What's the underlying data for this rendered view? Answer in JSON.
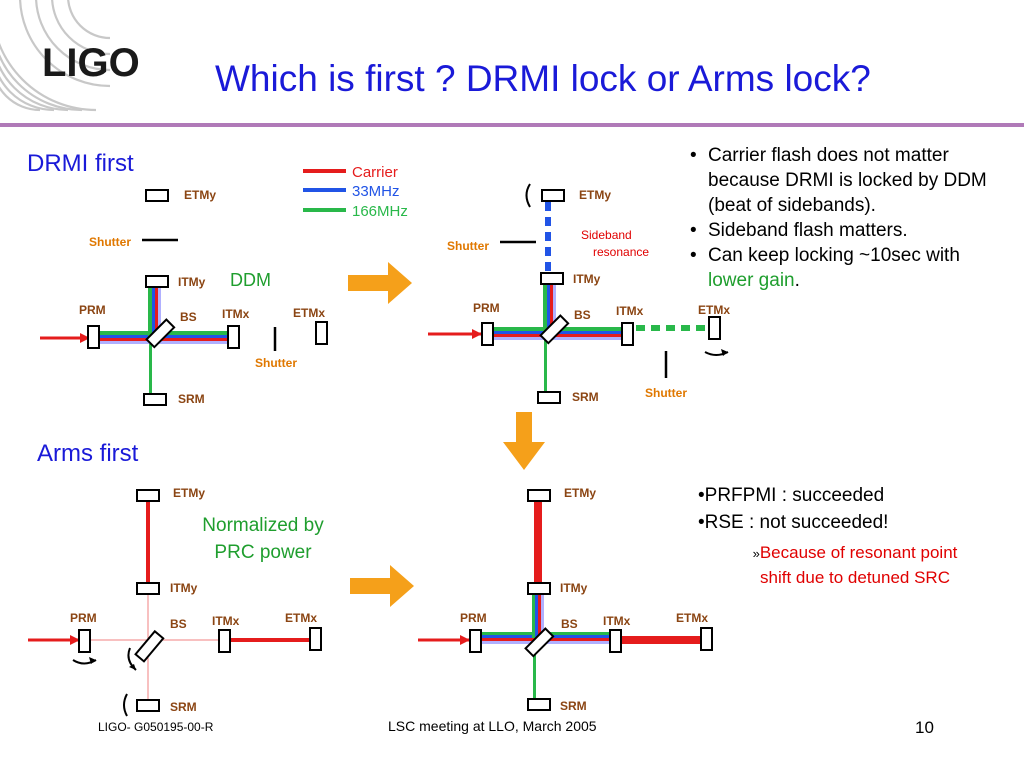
{
  "slide": {
    "logo": "LIGO",
    "title": "Which is first ? DRMI lock or Arms lock?",
    "section_drmi": "DRMI first",
    "section_arms": "Arms first",
    "legend": [
      {
        "label": "Carrier",
        "color": "#e51c1c"
      },
      {
        "label": "33MHz",
        "color": "#2154e6"
      },
      {
        "label": "166MHz",
        "color": "#29b84a"
      }
    ],
    "labels": {
      "etmy": "ETMy",
      "itmy": "ITMy",
      "itmx": "ITMx",
      "etmx": "ETMx",
      "prm": "PRM",
      "bs": "BS",
      "srm": "SRM",
      "shutter": "Shutter",
      "ddm": "DDM",
      "sideband_line1": "Sideband",
      "sideband_line2": "resonance"
    },
    "bullets_top": {
      "b1": "Carrier flash does not matter because DRMI is locked by DDM (beat of sidebands).",
      "b2": "Sideband flash matters.",
      "b3_prefix": "Can keep locking ~10sec with ",
      "b3_green": "lower gain",
      "b3_suffix": "."
    },
    "bullets_bottom": {
      "b1": "PRFPMI : succeeded",
      "b2": "RSE : not succeeded!",
      "sub_marker": "»",
      "sub_line1": "Because of resonant point",
      "sub_line2": "shift due to detuned SRC"
    },
    "normalized_line1": "Normalized by",
    "normalized_line2": "PRC power",
    "footer_left": "LIGO- G050195-00-R",
    "footer_center": "LSC meeting at LLO, March 2005",
    "page_number": "10",
    "colors": {
      "title": "#1a1ad8",
      "label_brown": "#8b4513",
      "shutter": "#e07800",
      "arrow_orange": "#f5a01a",
      "divider_purple": "#b07ab8",
      "green_text": "#1f9e2e",
      "red_text": "#e00000"
    }
  }
}
